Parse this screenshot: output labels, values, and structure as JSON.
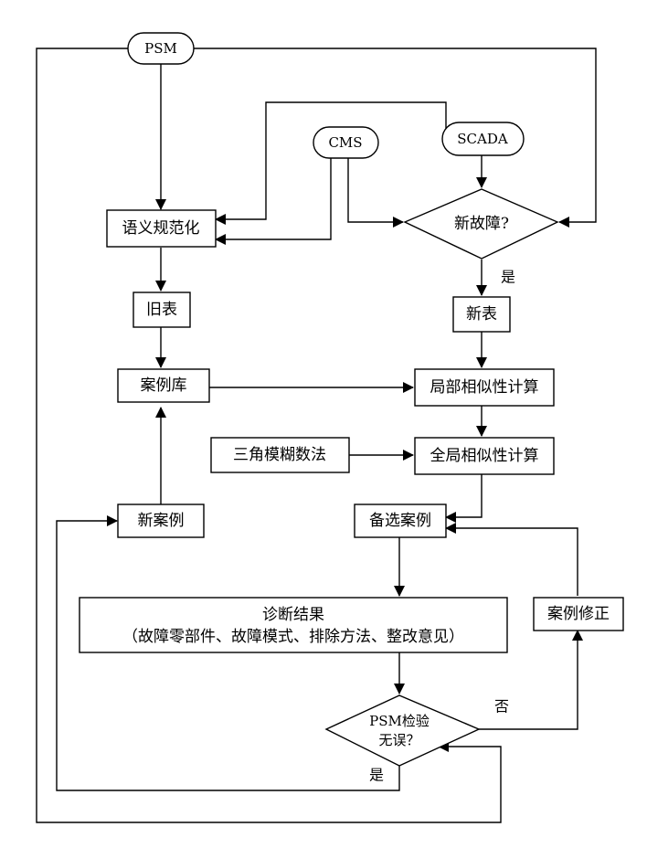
{
  "nodes": {
    "psm": "PSM",
    "cms": "CMS",
    "scada": "SCADA",
    "semantic_norm": "语义规范化",
    "new_fault": "新故障?",
    "old_table": "旧表",
    "new_table": "新表",
    "case_base": "案例库",
    "local_sim": "局部相似性计算",
    "fuzzy_method": "三角模糊数法",
    "global_sim": "全局相似性计算",
    "new_case": "新案例",
    "candidate_cases": "备选案例",
    "diagnosis_line1": "诊断结果",
    "diagnosis_line2": "（故障零部件、故障模式、排除方法、整改意见）",
    "case_revise": "案例修正",
    "psm_check_line1": "PSM检验",
    "psm_check_line2": "无误？"
  },
  "edge_labels": {
    "yes_new_fault": "是",
    "no_check": "否",
    "yes_check": "是"
  }
}
